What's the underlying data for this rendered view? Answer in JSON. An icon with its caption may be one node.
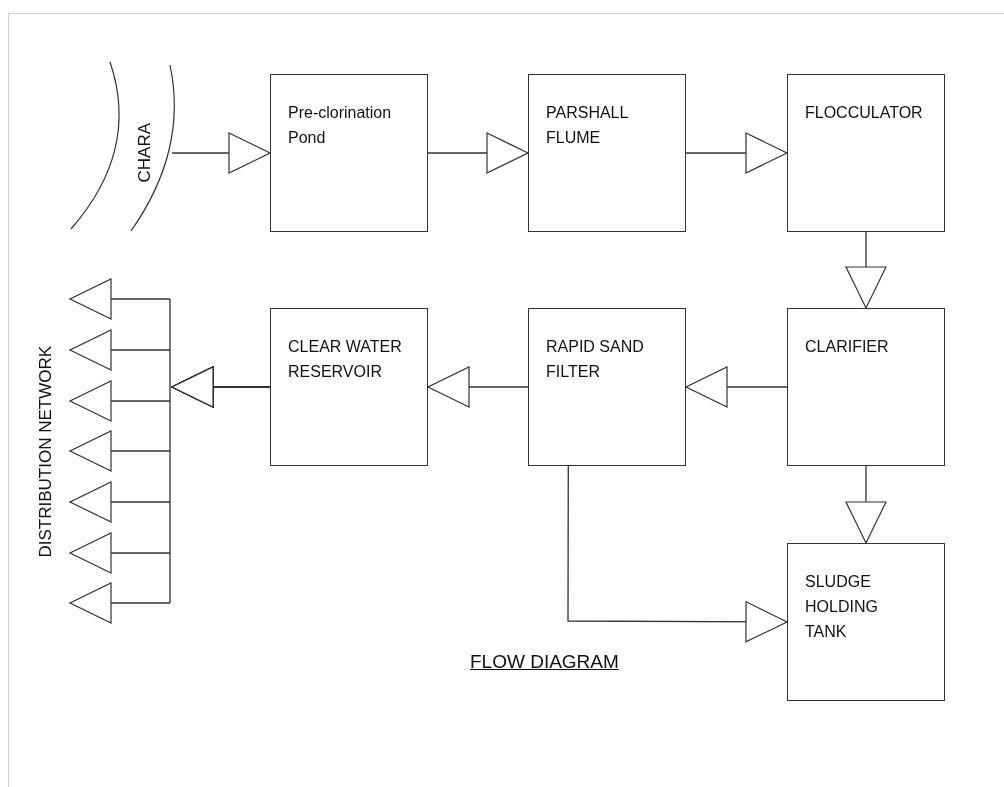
{
  "diagram": {
    "caption": "FLOW DIAGRAM",
    "nodes": [
      {
        "text": [
          "CHARA"
        ]
      },
      {
        "text": [
          "Pre-clorination Pond"
        ]
      },
      {
        "text": [
          "PARSHALL FLUME"
        ]
      },
      {
        "text": [
          "FLOCCULATOR"
        ]
      },
      {
        "text": [
          "CLARIFIER"
        ]
      },
      {
        "text": [
          "RAPID SAND FILTER"
        ]
      },
      {
        "text": [
          "CLEAR WATER RESERVOIR"
        ]
      },
      {
        "text": [
          "SLUDGE HOLDING TANK"
        ]
      }
    ],
    "edges": [
      {
        "from": 0,
        "to": 1,
        "arrow": "to"
      },
      {
        "from": 1,
        "to": 2,
        "arrow": "to"
      },
      {
        "from": 2,
        "to": 3,
        "arrow": "to"
      },
      {
        "from": 3,
        "to": 4,
        "arrow": "to"
      },
      {
        "from": 4,
        "to": 5,
        "arrow": "to"
      },
      {
        "from": 5,
        "to": 6,
        "arrow": "to"
      },
      {
        "from": 4,
        "to": 7,
        "arrow": "to"
      },
      {
        "from": 5,
        "to": 7,
        "arrow": "to"
      },
      {
        "from": 6,
        "to": null,
        "arrow": "to"
      },
      {
        "from": 6,
        "to": null,
        "arrow": "to"
      },
      {
        "from": 6,
        "to": null,
        "arrow": "to"
      },
      {
        "from": 6,
        "to": null,
        "arrow": "to"
      },
      {
        "from": 6,
        "to": null,
        "arrow": "to"
      },
      {
        "from": 6,
        "to": null,
        "arrow": "to"
      },
      {
        "from": 6,
        "to": null,
        "arrow": "to"
      }
    ],
    "labels": [
      "DISTRIBUTION NETWORK"
    ]
  }
}
